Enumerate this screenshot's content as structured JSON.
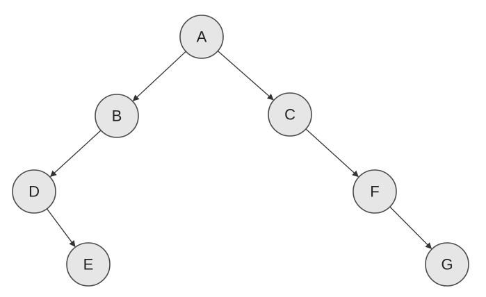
{
  "diagram": {
    "type": "binary-tree",
    "colors": {
      "node_fill": "#e6e6e6",
      "node_stroke": "#4a4a4a",
      "edge": "#333333",
      "text": "#222222"
    },
    "nodes": {
      "A": {
        "label": "A"
      },
      "B": {
        "label": "B"
      },
      "C": {
        "label": "C"
      },
      "D": {
        "label": "D"
      },
      "E": {
        "label": "E"
      },
      "F": {
        "label": "F"
      },
      "G": {
        "label": "G"
      }
    },
    "edges": [
      {
        "from": "A",
        "to": "B"
      },
      {
        "from": "A",
        "to": "C"
      },
      {
        "from": "B",
        "to": "D"
      },
      {
        "from": "D",
        "to": "E"
      },
      {
        "from": "C",
        "to": "F"
      },
      {
        "from": "F",
        "to": "G"
      }
    ]
  }
}
